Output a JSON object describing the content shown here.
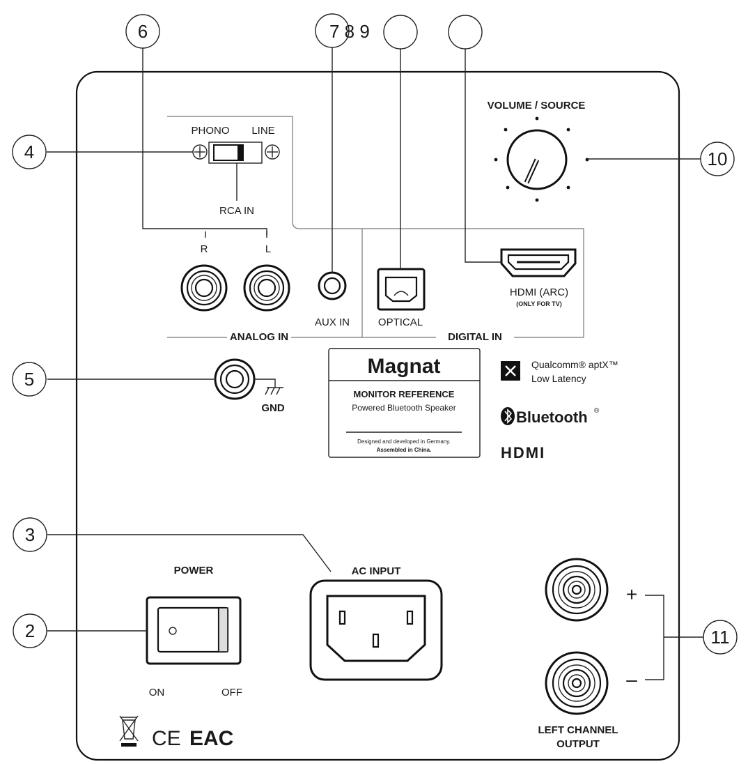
{
  "callouts": {
    "c2": "2",
    "c3": "3",
    "c4": "4",
    "c5": "5",
    "c6": "6",
    "c789": "7 8 9",
    "c10": "10",
    "c11": "11"
  },
  "labels": {
    "phono": "PHONO",
    "line": "LINE",
    "rca_in": "RCA IN",
    "r": "R",
    "l": "L",
    "aux_in": "AUX IN",
    "optical": "OPTICAL",
    "hdmi_arc": "HDMI (ARC)",
    "only_for_tv": "(ONLY FOR TV)",
    "analog_in": "ANALOG IN",
    "digital_in": "DIGITAL IN",
    "volume_source": "VOLUME / SOURCE",
    "gnd": "GND",
    "power": "POWER",
    "on": "ON",
    "off": "OFF",
    "ac_input": "AC INPUT",
    "plus": "+",
    "minus": "–",
    "left_channel_output_1": "LEFT CHANNEL",
    "left_channel_output_2": "OUTPUT"
  },
  "brand_plate": {
    "brand": "Magnat",
    "model": "MONITOR REFERENCE",
    "subtitle": "Powered Bluetooth Speaker",
    "designed": "Designed and developed in Germany.",
    "assembled": "Assembled in China."
  },
  "logos": {
    "aptx_line1": "Qualcomm® aptX™",
    "aptx_line2": "Low Latency",
    "bluetooth": "Bluetooth",
    "hdmi": "HDMI",
    "ce": "CE",
    "eac": "EAC"
  },
  "icons": [
    "cross-box-icon",
    "bluetooth-rune-icon",
    "crossed-bin-icon",
    "ground-symbol-icon",
    "screw-icon"
  ]
}
